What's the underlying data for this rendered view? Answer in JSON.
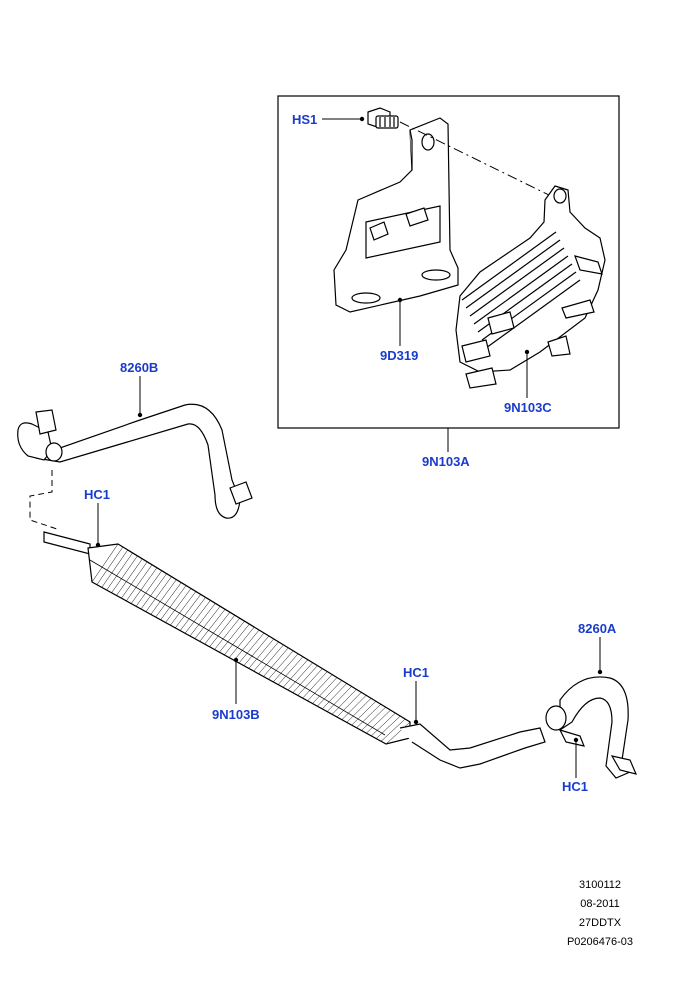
{
  "callouts": {
    "hs1": "HS1",
    "p9d319": "9D319",
    "p9n103c": "9N103C",
    "p9n103a": "9N103A",
    "p8260b": "8260B",
    "hc1_top": "HC1",
    "p9n103b": "9N103B",
    "hc1_mid": "HC1",
    "p8260a": "8260A",
    "hc1_bottom": "HC1"
  },
  "footer": {
    "line1": "3100112",
    "line2": "08-2011",
    "line3": "27DDTX",
    "line4": "P0206476-03"
  },
  "colors": {
    "callout_text": "#1a3ccc",
    "line": "#000000",
    "background": "#ffffff"
  }
}
